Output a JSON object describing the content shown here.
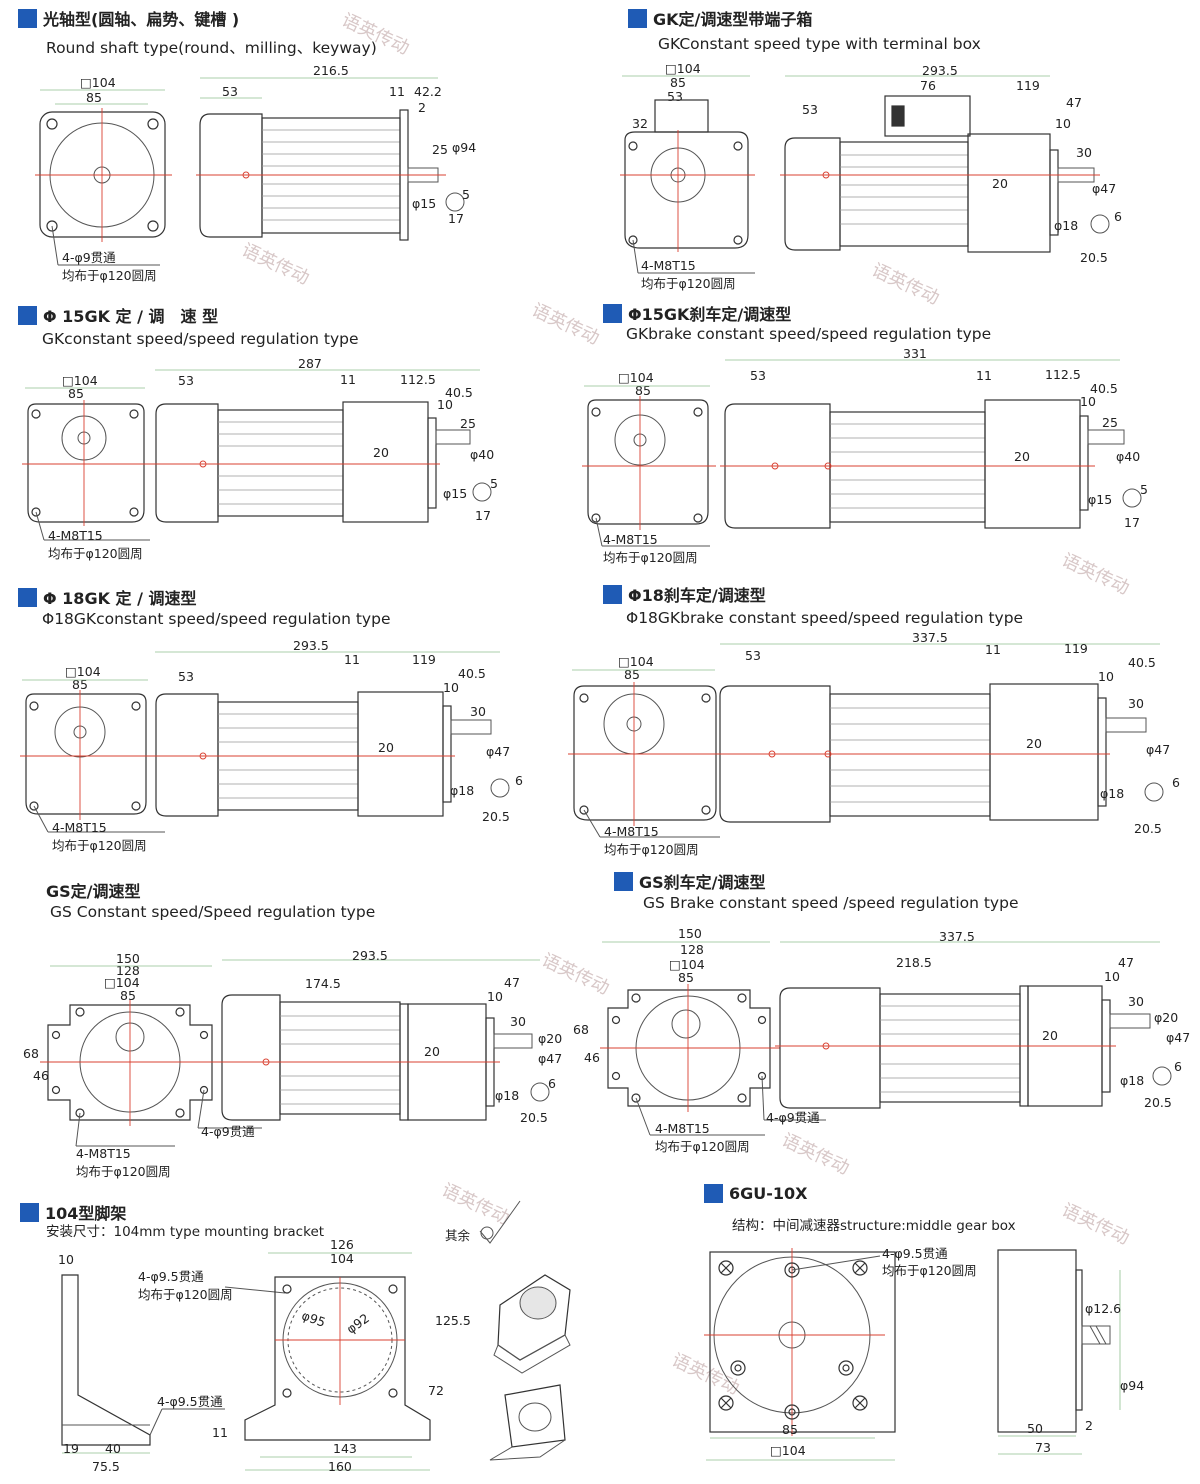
{
  "watermark": "语英传动",
  "accent_color": "#1f5bb5",
  "sections": {
    "s1": {
      "title_cn": "光轴型(圆轴、扁势、键槽 )",
      "title_en": "Round shaft type(round、milling、keyway)",
      "d_sq": "□104",
      "d_85": "85",
      "d_total": "216.5",
      "d_53": "53",
      "d_11": "11",
      "d_42": "42.2",
      "d_2": "2",
      "d_25": "25",
      "d_phi94": "φ94",
      "d_phi15": "φ15",
      "d_5": "5",
      "d_17": "17",
      "note1": "4-φ9贯通",
      "note2": "均布于φ120圆周"
    },
    "s2": {
      "title_cn": "GK定/调速型带端子箱",
      "title_en": "GKConstant speed type with terminal box",
      "d_sq": "□104",
      "d_85": "85",
      "d_53a": "53",
      "d_32": "32",
      "d_total": "293.5",
      "d_76": "76",
      "d_119": "119",
      "d_53": "53",
      "d_47": "47",
      "d_10": "10",
      "d_30": "30",
      "d_20": "20",
      "d_phi47": "φ47",
      "d_phi18": "φ18",
      "d_6": "6",
      "d_205": "20.5",
      "note1": "4-M8T15",
      "note2": "均布于φ120圆周"
    },
    "s3": {
      "title_cn": "Φ 15GK 定 / 调　速 型",
      "title_en": "GKconstant speed/speed regulation type",
      "d_sq": "□104",
      "d_85": "85",
      "d_53": "53",
      "d_total": "287",
      "d_11": "11",
      "d_1125": "112.5",
      "d_405": "40.5",
      "d_10": "10",
      "d_25": "25",
      "d_20": "20",
      "d_phi40": "φ40",
      "d_phi15": "φ15",
      "d_5": "5",
      "d_17": "17",
      "note1": "4-M8T15",
      "note2": "均布于φ120圆周"
    },
    "s4": {
      "title_cn": "Φ15GK刹车定/调速型",
      "title_en": "GKbrake constant speed/speed regulation type",
      "d_sq": "□104",
      "d_85": "85",
      "d_53": "53",
      "d_total": "331",
      "d_11": "11",
      "d_1125": "112.5",
      "d_405": "40.5",
      "d_10": "10",
      "d_25": "25",
      "d_20": "20",
      "d_phi40": "φ40",
      "d_phi15": "φ15",
      "d_5": "5",
      "d_17": "17",
      "note1": "4-M8T15",
      "note2": "均布于φ120圆周"
    },
    "s5": {
      "title_cn": "Φ 18GK 定 / 调速型",
      "title_en": "Φ18GKconstant speed/speed regulation type",
      "d_sq": "□104",
      "d_85": "85",
      "d_53": "53",
      "d_total": "293.5",
      "d_11": "11",
      "d_119": "119",
      "d_405": "40.5",
      "d_10": "10",
      "d_30": "30",
      "d_20": "20",
      "d_phi47": "φ47",
      "d_phi18": "φ18",
      "d_6": "6",
      "d_205": "20.5",
      "note1": "4-M8T15",
      "note2": "均布于φ120圆周"
    },
    "s6": {
      "title_cn": "Φ18刹车定/调速型",
      "title_en": "Φ18GKbrake constant speed/speed regulation type",
      "d_sq": "□104",
      "d_85": "85",
      "d_53": "53",
      "d_total": "337.5",
      "d_11": "11",
      "d_119": "119",
      "d_405": "40.5",
      "d_10": "10",
      "d_30": "30",
      "d_20": "20",
      "d_phi47": "φ47",
      "d_phi18": "φ18",
      "d_6": "6",
      "d_205": "20.5",
      "note1": "4-M8T15",
      "note2": "均布于φ120圆周"
    },
    "s7": {
      "title_cn": "GS定/调速型",
      "title_en": "GS Constant speed/Speed regulation type",
      "d_150": "150",
      "d_128": "128",
      "d_sq": "□104",
      "d_85": "85",
      "d_68": "68",
      "d_46": "46",
      "d_total": "293.5",
      "d_1745": "174.5",
      "d_47": "47",
      "d_10": "10",
      "d_30": "30",
      "d_20": "20",
      "d_phi20": "φ20",
      "d_phi47": "φ47",
      "d_phi18": "φ18",
      "d_6": "6",
      "d_205": "20.5",
      "note1": "4-M8T15",
      "note2": "均布于φ120圆周",
      "note3": "4-φ9贯通"
    },
    "s8": {
      "title_cn": "GS刹车定/调速型",
      "title_en": "GS Brake constant speed /speed regulation type",
      "d_150": "150",
      "d_128": "128",
      "d_sq": "□104",
      "d_85": "85",
      "d_68": "68",
      "d_46": "46",
      "d_total": "337.5",
      "d_2185": "218.5",
      "d_47": "47",
      "d_10": "10",
      "d_30": "30",
      "d_20": "20",
      "d_phi20": "φ20",
      "d_phi47": "φ47",
      "d_phi18": "φ18",
      "d_6": "6",
      "d_205": "20.5",
      "note1": "4-M8T15",
      "note2": "均布于φ120圆周",
      "note3": "4-φ9贯通"
    },
    "s9": {
      "title_cn": "104型脚架",
      "title_en": "安装尺寸：104mm type mounting bracket",
      "qiyu": "其余",
      "d_10": "10",
      "d_126": "126",
      "d_104": "104",
      "d_phi95": "φ95",
      "d_phi92": "φ92",
      "d_1255": "125.5",
      "d_72": "72",
      "d_11": "11",
      "d_143": "143",
      "d_160": "160",
      "d_19": "19",
      "d_40": "40",
      "d_755": "75.5",
      "note1": "4-φ9.5贯通",
      "note2": "均布于φ120圆周",
      "note3": "4-φ9.5贯通"
    },
    "s10": {
      "title_cn": "6GU-10X",
      "title_en": "结构：中间减速器structure:middle gear box",
      "note1": "4-φ9.5贯通",
      "note2": "均布于φ120圆周",
      "d_phi126": "φ12.6",
      "d_phi94": "φ94",
      "d_85": "85",
      "d_sq": "□104",
      "d_50": "50",
      "d_2": "2",
      "d_73": "73"
    }
  }
}
